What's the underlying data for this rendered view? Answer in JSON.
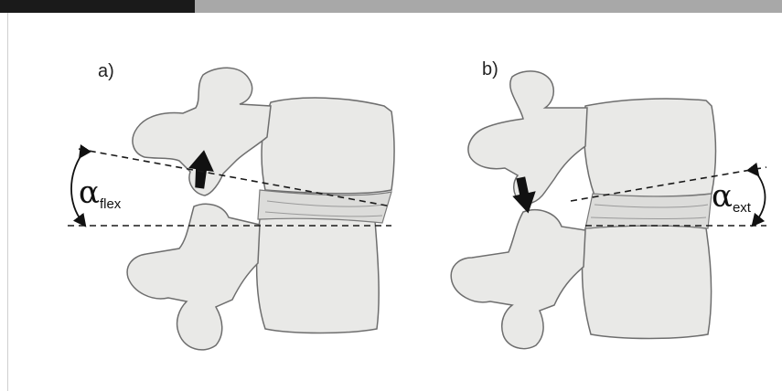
{
  "figure": {
    "panel_a": {
      "label": "a)",
      "angle_symbol": "α",
      "angle_subscript": "flex"
    },
    "panel_b": {
      "label": "b)",
      "angle_symbol": "α",
      "angle_subscript": "ext"
    }
  },
  "colors": {
    "bone_fill": "#e9e9e7",
    "bone_stroke": "#6e6e6e",
    "disc_fill": "#dcdcda",
    "arrow": "#111111",
    "dashed_line": "#1a1a1a"
  }
}
